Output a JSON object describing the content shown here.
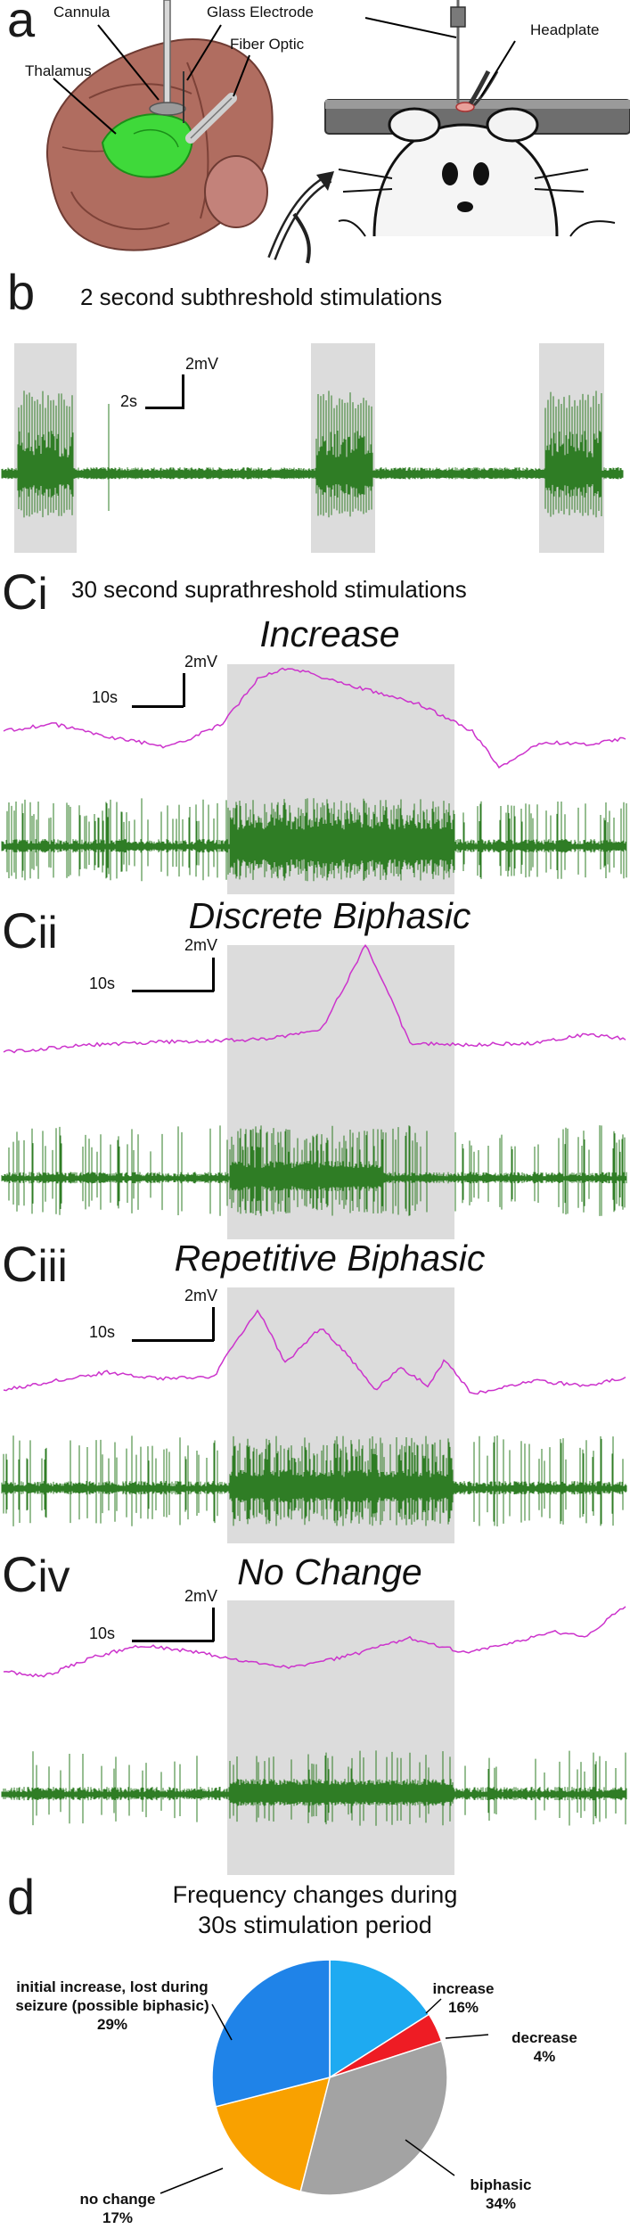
{
  "panel_a": {
    "letter": "a",
    "labels": {
      "cannula": "Cannula",
      "glass_electrode": "Glass Electrode",
      "fiber_optic": "Fiber Optic",
      "thalamus": "Thalamus",
      "headplate": "Headplate"
    }
  },
  "panel_b": {
    "letter": "b",
    "heading": "2 second subthreshold stimulations",
    "scale_v": "2mV",
    "scale_h": "2s"
  },
  "panel_c": {
    "letter": "C",
    "heading": "30 second suprathreshold stimulations",
    "subpanels": [
      {
        "sub": "i",
        "category": "Increase",
        "scale_v": "2mV",
        "scale_h": "10s"
      },
      {
        "sub": "ii",
        "category": "Discrete Biphasic",
        "scale_v": "2mV",
        "scale_h": "10s"
      },
      {
        "sub": "iii",
        "category": "Repetitive Biphasic",
        "scale_v": "2mV",
        "scale_h": "10s"
      },
      {
        "sub": "iv",
        "category": "No Change",
        "scale_v": "2mV",
        "scale_h": "10s"
      }
    ]
  },
  "panel_d": {
    "letter": "d",
    "title_line1": "Frequency changes during",
    "title_line2": "30s stimulation period"
  },
  "colors": {
    "trace_green": "#2f7d25",
    "trace_magenta": "#cc33cc",
    "stim_gray": "#dcdcdc"
  },
  "chart_data": {
    "type": "pie",
    "title": "Frequency changes during 30s stimulation period",
    "slices": [
      {
        "label": "increase",
        "value": 16,
        "value_label": "16%",
        "color": "#1eaaf1"
      },
      {
        "label": "decrease",
        "value": 4,
        "value_label": "4%",
        "color": "#ee1c24"
      },
      {
        "label": "biphasic",
        "value": 34,
        "value_label": "34%",
        "color": "#a3a3a3"
      },
      {
        "label": "no change",
        "value": 17,
        "value_label": "17%",
        "color": "#f9a100"
      },
      {
        "label": "initial increase, lost during seizure (possible biphasic)",
        "value": 29,
        "value_label": "29%",
        "color": "#1f83e8"
      }
    ]
  }
}
